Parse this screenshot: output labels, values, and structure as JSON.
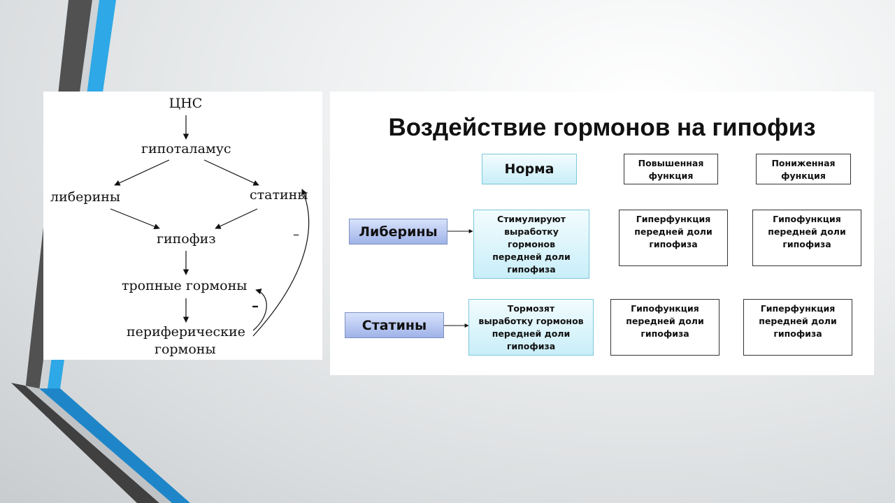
{
  "left_diagram": {
    "nodes": {
      "cns": "ЦНС",
      "hypothalamus": "гипоталамус",
      "liberins": "либерины",
      "statins": "статины",
      "pituitary": "гипофиз",
      "tropic": "тропные гормоны",
      "peripheral_line1": "периферические",
      "peripheral_line2": "гормоны"
    },
    "feedback_signs": [
      "–",
      "–"
    ]
  },
  "right_table": {
    "title": "Воздействие гормонов на гипофиз",
    "headers": {
      "norm": "Норма",
      "increased": "Повышенная\nфункция",
      "decreased": "Пониженная\nфункция"
    },
    "liberins": {
      "label": "Либерины",
      "norm": "Стимулируют\nвыработку\nгормонов\nпередней доли\nгипофиза",
      "increased": "Гиперфункция\nпередней доли\nгипофиза",
      "decreased": "Гипофункция\nпередней доли\nгипофиза"
    },
    "statins": {
      "label": "Статины",
      "norm": "Тормозят\nвыработку гормонов\nпередней доли\nгипофиза",
      "increased": "Гипофункция\nпередней доли\nгипофиза",
      "decreased": "Гиперфункция\nпередней доли\nгипофиза"
    }
  },
  "colors": {
    "accent_blue": "#2ea8e6",
    "dark_gray": "#4a4a4a",
    "cyan_box": "#c9eef8",
    "label_box": "#9fb3e8"
  }
}
